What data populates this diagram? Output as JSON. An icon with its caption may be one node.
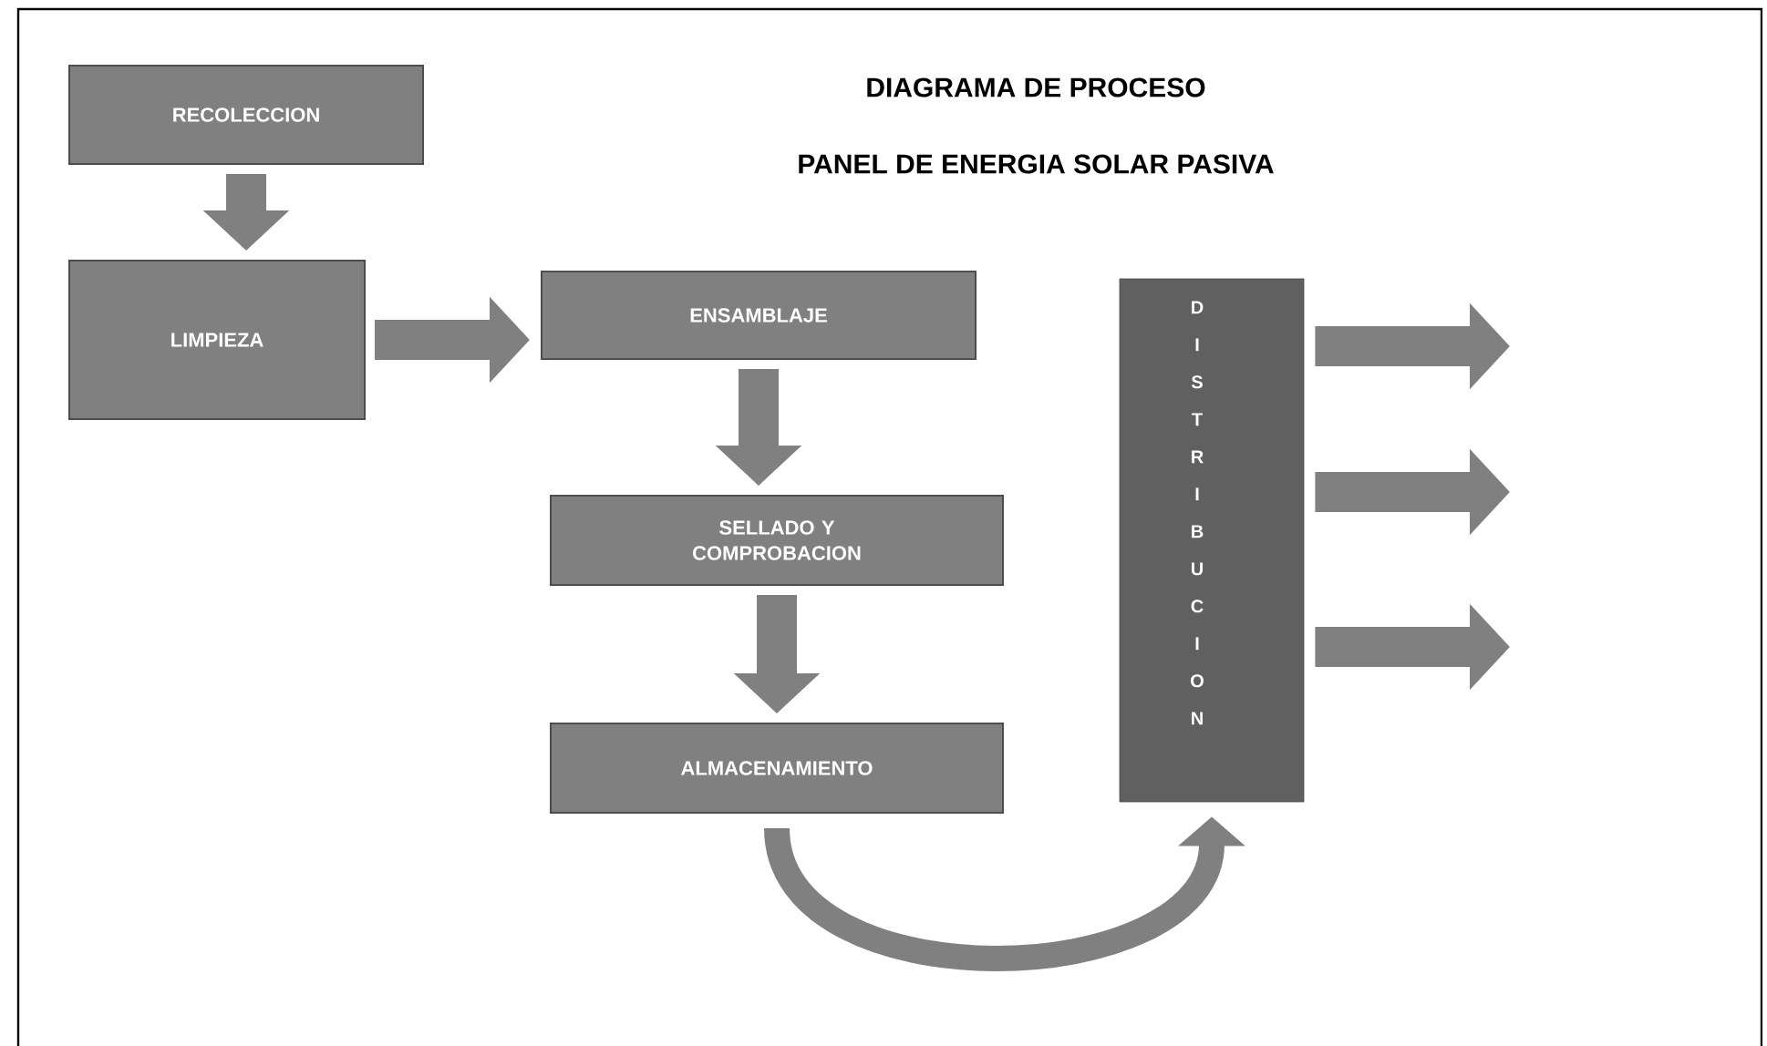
{
  "diagram": {
    "title": "DIAGRAMA DE PROCESO",
    "nodes": [
      {
        "text": [
          "RECOLECCION"
        ]
      },
      {
        "text": [
          "LIMPIEZA"
        ]
      },
      {
        "text": [
          "ENSAMBLAJE"
        ]
      },
      {
        "text": [
          "SELLADO Y COMPROBACION"
        ]
      },
      {
        "text": [
          "ALMACENAMIENTO"
        ]
      },
      {
        "text": [
          "DISTRIBUCION"
        ]
      }
    ],
    "edges": [
      {
        "from": 0,
        "to": 1,
        "arrow": "to"
      },
      {
        "from": 1,
        "to": 2,
        "arrow": "to"
      },
      {
        "from": 2,
        "to": 3,
        "arrow": "to"
      },
      {
        "from": 3,
        "to": 4,
        "arrow": "to"
      },
      {
        "from": 4,
        "to": 5,
        "arrow": "to"
      },
      {
        "from": 5,
        "to": null,
        "arrow": "to"
      },
      {
        "from": 5,
        "to": null,
        "arrow": "to"
      },
      {
        "from": 5,
        "to": null,
        "arrow": "to"
      }
    ],
    "labels": [
      "PANEL DE ENERGIA SOLAR PASIVA"
    ]
  }
}
